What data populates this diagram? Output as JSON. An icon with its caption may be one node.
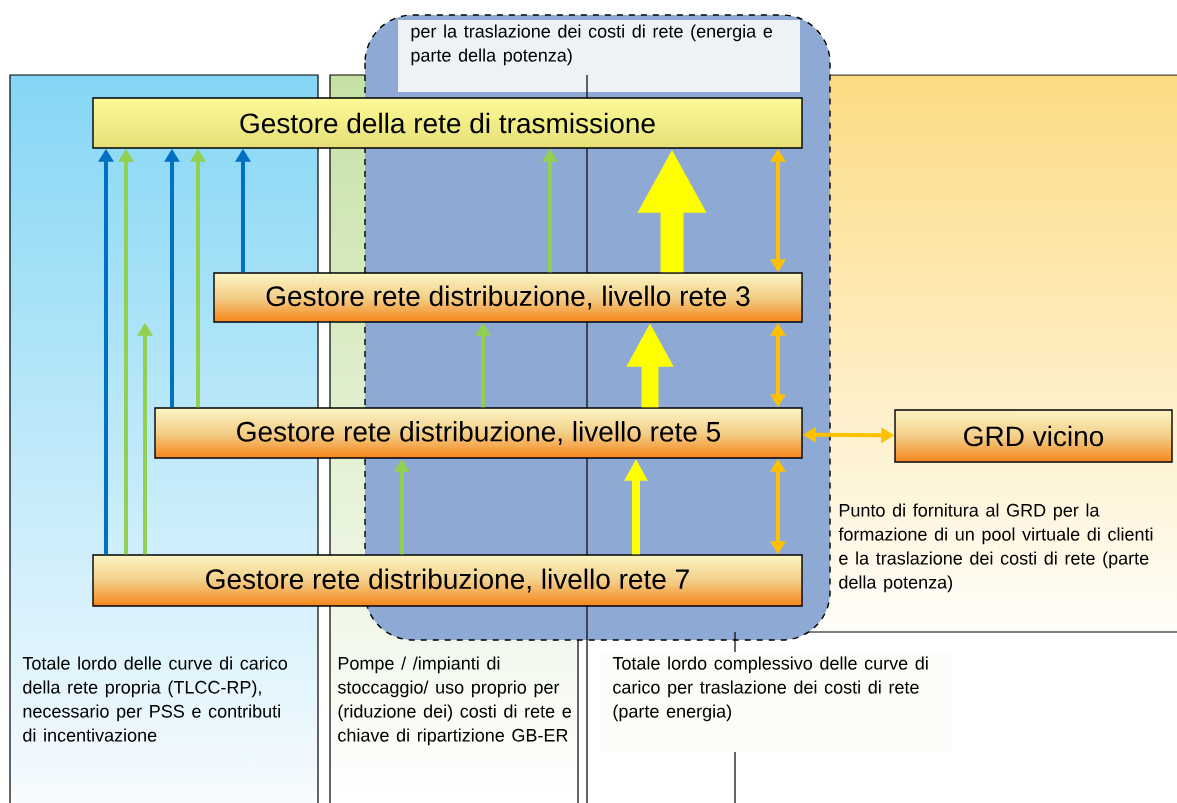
{
  "diagram": {
    "nodes": [
      {
        "text": [
          "Gestore della rete di trasmissione"
        ]
      },
      {
        "text": [
          "Gestore rete distribuzione, livello rete 3"
        ]
      },
      {
        "text": [
          "Gestore rete distribuzione, livello rete 5"
        ]
      },
      {
        "text": [
          "Gestore rete distribuzione, livello rete 7"
        ]
      },
      {
        "text": [
          "GRD vicino"
        ]
      }
    ],
    "edges": [
      {
        "from": 3,
        "to": 0,
        "arrow": "to",
        "color": "#0070c0"
      },
      {
        "from": 2,
        "to": 0,
        "arrow": "to",
        "color": "#0070c0"
      },
      {
        "from": 1,
        "to": 0,
        "arrow": "to",
        "color": "#0070c0"
      },
      {
        "from": 3,
        "to": 0,
        "arrow": "to",
        "color": "#92d050"
      },
      {
        "from": 2,
        "to": 0,
        "arrow": "to",
        "color": "#92d050"
      },
      {
        "from": 1,
        "to": 0,
        "arrow": "to",
        "color": "#92d050"
      },
      {
        "from": 3,
        "to": 1,
        "arrow": "to",
        "color": "#92d050"
      },
      {
        "from": 2,
        "to": 1,
        "arrow": "to",
        "color": "#92d050"
      },
      {
        "from": 3,
        "to": 2,
        "arrow": "to",
        "color": "#92d050"
      },
      {
        "from": 1,
        "to": 0,
        "arrow": "to",
        "style": "thick",
        "color": "#ffff00"
      },
      {
        "from": 2,
        "to": 1,
        "arrow": "to",
        "style": "thick",
        "color": "#ffff00"
      },
      {
        "from": 3,
        "to": 2,
        "arrow": "to",
        "style": "thick",
        "color": "#ffff00"
      },
      {
        "from": 1,
        "to": 0,
        "arrow": "both",
        "color": "#ffc000"
      },
      {
        "from": 2,
        "to": 1,
        "arrow": "both",
        "color": "#ffc000"
      },
      {
        "from": 3,
        "to": 2,
        "arrow": "both",
        "color": "#ffc000"
      },
      {
        "from": 2,
        "to": 4,
        "arrow": "both",
        "color": "#ffc000"
      }
    ],
    "labels": [
      "per la traslazione dei costi di rete (energia e parte della potenza)",
      "Punto di fornitura al GRD per la formazione di un pool virtuale di clienti e la traslazione dei costi di rete (parte della potenza)",
      "Totale lordo delle curve di carico della rete propria (TLCC-RP), necessario per PSS e contributi di incentivazione",
      "Pompe / /impianti di stoccaggio/ uso proprio per (riduzione dei) costi di rete e chiave di ripartizione GB-ER",
      "Totale lordo complessivo delle curve di carico per traslazione dei costi di rete (parte energia)"
    ]
  }
}
